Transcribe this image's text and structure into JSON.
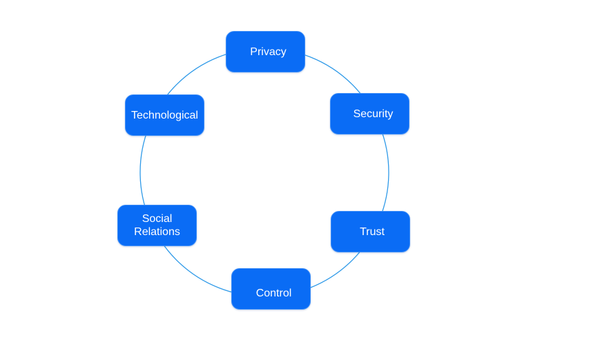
{
  "diagram": {
    "type": "cycle",
    "ring_color": "#2f9ae8",
    "node_color": "#0a6cf5",
    "text_color": "#ffffff",
    "nodes": [
      {
        "id": "privacy",
        "label": "Privacy"
      },
      {
        "id": "security",
        "label": "Security"
      },
      {
        "id": "trust",
        "label": "Trust"
      },
      {
        "id": "control",
        "label": "Control"
      },
      {
        "id": "social-relations",
        "label": "Social\nRelations"
      },
      {
        "id": "technological",
        "label": "Technological"
      }
    ]
  }
}
